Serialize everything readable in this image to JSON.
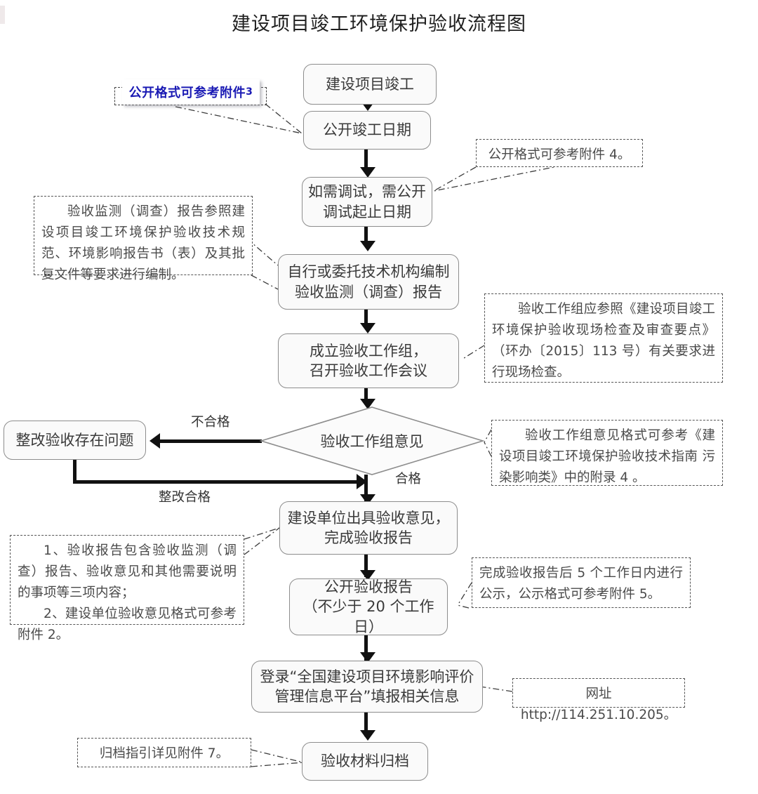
{
  "title": "建设项目竣工环境保护验收流程图",
  "nodes": [
    {
      "id": "n1",
      "label": "建设项目竣工"
    },
    {
      "id": "n2",
      "label": "公开竣工日期"
    },
    {
      "id": "n3_line1",
      "label": "如需调试，需公开"
    },
    {
      "id": "n3_line2",
      "label": "调试起止日期"
    },
    {
      "id": "n4_line1",
      "label": "自行或委托技术机构编制"
    },
    {
      "id": "n4_line2",
      "label": "验收监测（调查）报告"
    },
    {
      "id": "n5_line1",
      "label": "成立验收工作组，"
    },
    {
      "id": "n5_line2",
      "label": "召开验收工作会议"
    },
    {
      "id": "n6",
      "label": "验收工作组意见"
    },
    {
      "id": "n7",
      "label": "整改验收存在问题"
    },
    {
      "id": "n8_line1",
      "label": "建设单位出具验收意见，"
    },
    {
      "id": "n8_line2",
      "label": "完成验收报告"
    },
    {
      "id": "n9_line1",
      "label": "公开验收报告"
    },
    {
      "id": "n9_line2",
      "label": "（不少于 20 个工作日）"
    },
    {
      "id": "n10_line1",
      "label": "登录“全国建设项目环境影响评价"
    },
    {
      "id": "n10_line2",
      "label": "管理信息平台”填报相关信息"
    },
    {
      "id": "n11",
      "label": "验收材料归档"
    }
  ],
  "edge_labels": {
    "fail": "不合格",
    "pass": "合格",
    "rectified": "整改合格"
  },
  "notes": {
    "note_attach3": {
      "text": "公开格式可参考附件",
      "suffix": "3",
      "color": "#1a1ab4"
    },
    "note_attach4": "公开格式可参考附件 4。",
    "note_monitoring": "验收监测（调查）报告参照建设项目竣工环境保护验收技术规范、环境影响报告书（表）及其批复文件等要求进行编制。",
    "note_workgroup": "验收工作组应参照《建设项目竣工环境保护验收现场检查及审查要点》（环办〔2015〕113 号）有关要求进行现场检查。",
    "note_opinion_format": "验收工作组意见格式可参考《建设项目竣工环境保护验收技术指南 污染影响类》中的附录 4 。",
    "note_report_line1": "1、验收报告包含验收监测（调查）报告、验收意见和其他需要说明的事项等三项内容；",
    "note_report_line2": "2、建设单位验收意见格式可参考附件 2。",
    "note_publicity": "完成验收报告后 5 个工作日内进行公示，公示格式可参考附件 5。",
    "note_url": "网址 http://114.251.10.205。",
    "note_archive": "归档指引详见附件 7。"
  }
}
